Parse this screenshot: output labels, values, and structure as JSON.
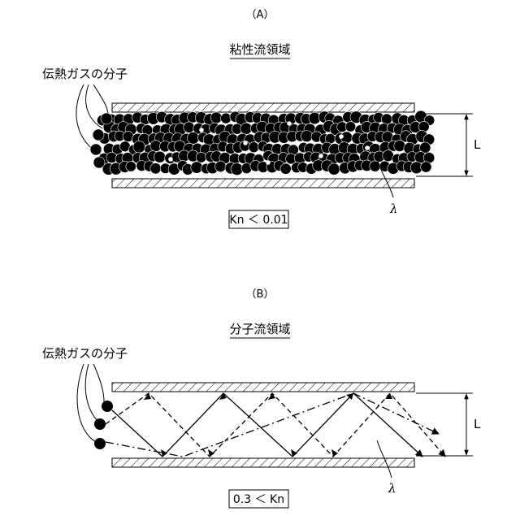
{
  "panel_a": {
    "panel_label": "（A）",
    "title": "粘性流領域",
    "molecule_label": "伝熱ガスの分子",
    "dimension_label": "L",
    "mean_free_path_label": "λ",
    "condition_label": "Kn ＜ 0.01"
  },
  "panel_b": {
    "panel_label": "（B）",
    "title": "分子流領域",
    "molecule_label": "伝熱ガスの分子",
    "dimension_label": "L",
    "mean_free_path_label": "λ",
    "condition_label": "0.3 ＜ Kn"
  }
}
